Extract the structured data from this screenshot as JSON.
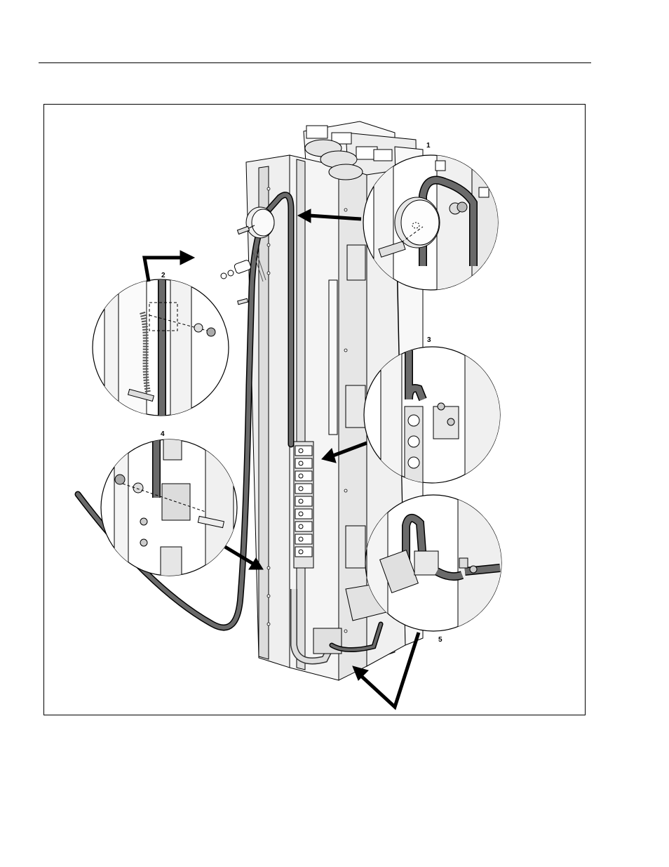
{
  "figure": {
    "callouts": [
      {
        "id": "detail-1",
        "label": "1"
      },
      {
        "id": "detail-2",
        "label": "2"
      },
      {
        "id": "detail-3",
        "label": "3"
      },
      {
        "id": "detail-4",
        "label": "4"
      },
      {
        "id": "detail-5",
        "label": "5"
      }
    ]
  },
  "colors": {
    "line": "#000000",
    "hose": "#5a5a5a",
    "metal": "#e8e8e8",
    "paper": "#ffffff"
  }
}
